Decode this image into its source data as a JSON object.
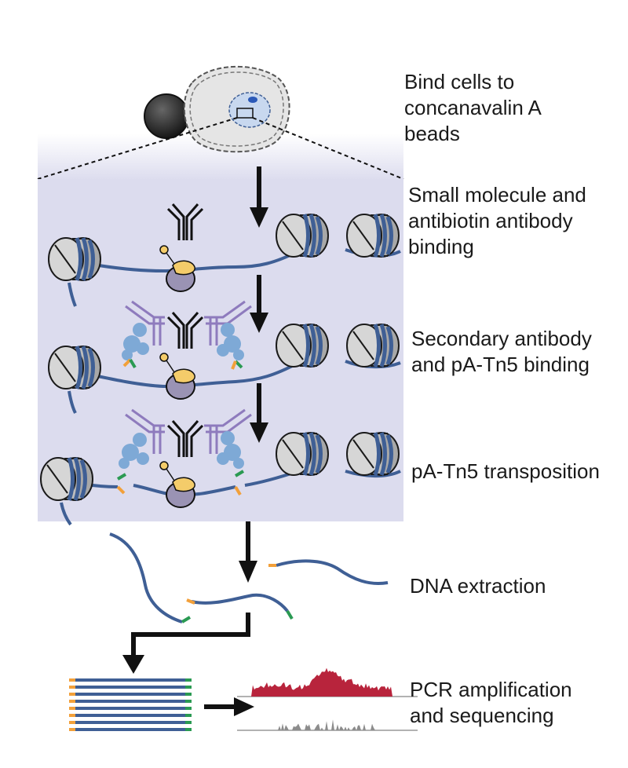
{
  "steps": [
    {
      "id": "bind",
      "label": "Bind cells to\nconcanavalin A\nbeads"
    },
    {
      "id": "small-molecule",
      "label": "Small molecule and\nantibiotin antibody\nbinding"
    },
    {
      "id": "secondary",
      "label": "Secondary antibody\nand pA-Tn5 binding"
    },
    {
      "id": "transposition",
      "label": "pA-Tn5 transposition"
    },
    {
      "id": "extraction",
      "label": "DNA extraction"
    },
    {
      "id": "pcr",
      "label": "PCR amplification\nand sequencing"
    }
  ],
  "colors": {
    "panel": "#dcdcee",
    "dna": "#3f5f95",
    "nucleosome": "#c8c8c8",
    "antibody_primary": "#111111",
    "antibody_secondary": "#8e7bbd",
    "tn5": "#7ea9d6",
    "adapter_orange": "#f2a03a",
    "adapter_green": "#2a9a52",
    "signal_red": "#b8243c",
    "signal_grey": "#8c8c8c",
    "target_protein": "#9a93b4",
    "small_molecule": "#f4cc6a"
  }
}
